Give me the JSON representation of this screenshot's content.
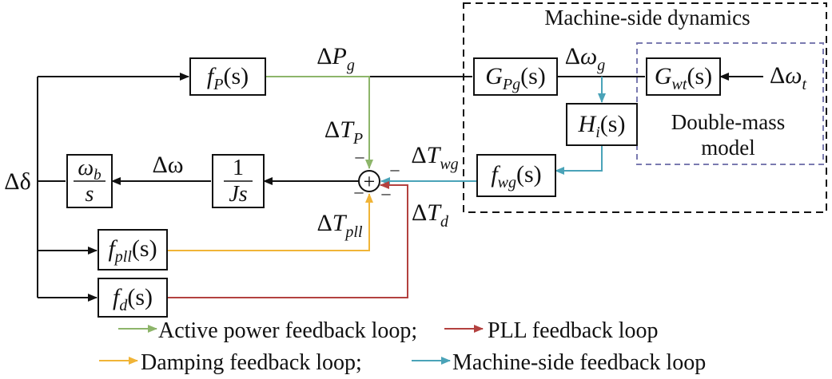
{
  "machine_side": {
    "title": "Machine-side dynamics"
  },
  "double_mass": {
    "line1": "Double-mass",
    "line2": "model"
  },
  "blocks": {
    "fP": {
      "f": "f",
      "sub": "P",
      "arg": "(s)"
    },
    "Gpg": {
      "f": "G",
      "sub": "Pg",
      "arg": "(s)"
    },
    "Gwt": {
      "f": "G",
      "sub": "wt",
      "arg": "(s)"
    },
    "Hi": {
      "f": "H",
      "sub": "i",
      "arg": "(s)"
    },
    "fwg": {
      "f": "f",
      "sub": "wg",
      "arg": "(s)"
    },
    "fpll": {
      "f": "f",
      "sub": "pll",
      "arg": "(s)"
    },
    "fd": {
      "f": "f",
      "sub": "d",
      "arg": "(s)"
    },
    "integrator": {
      "num": "1",
      "den": "Js"
    },
    "wb": {
      "num": "ω",
      "num_sub": "b",
      "den": "s"
    }
  },
  "signals": {
    "delta": "Δδ",
    "omega": "Δω",
    "Pg": {
      "d": "Δ",
      "v": "P",
      "sub": "g"
    },
    "wg": {
      "d": "Δ",
      "v": "ω",
      "sub": "g"
    },
    "wt": {
      "d": "Δ",
      "v": "ω",
      "sub": "t"
    },
    "TP": {
      "d": "Δ",
      "v": "T",
      "sub": "P"
    },
    "Twg": {
      "d": "Δ",
      "v": "T",
      "sub": "wg"
    },
    "Tpll": {
      "d": "Δ",
      "v": "T",
      "sub": "pll"
    },
    "Td": {
      "d": "Δ",
      "v": "T",
      "sub": "d"
    }
  },
  "summing": {
    "symbol": "+",
    "minus": "–"
  },
  "legend": {
    "active": "Active power feedback loop;",
    "pll": "PLL feedback loop",
    "damping": "Damping feedback loop;",
    "machine": "Machine-side feedback loop"
  },
  "colors": {
    "active": "#8db56a",
    "pll": "#b3413f",
    "damping": "#f0b437",
    "machine": "#4aa3b8",
    "dash_outer": "#111111",
    "dash_inner": "#7a7ab0"
  }
}
